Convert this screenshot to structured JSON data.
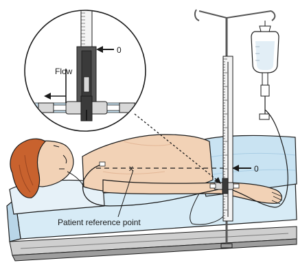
{
  "labels": {
    "zero_top": "0",
    "flow": "Flow",
    "zero_right": "0",
    "reference_point": "Patient reference point",
    "x_mark": "x"
  },
  "colors": {
    "skin": "#f2d2b6",
    "skin_shadow": "#e3b797",
    "hair": "#c8622e",
    "hair_dark": "#9a4520",
    "sheet": "#c9e3f2",
    "sheet_dark": "#a9cde4",
    "mattress": "#d7ebf6",
    "frame": "#bdbdbd",
    "manometer_dark": "#3a3a3a",
    "line": "#1a1a1a"
  },
  "icons": [
    "iv-bag-icon",
    "manometer-scale-icon",
    "stopcock-icon",
    "arrow-icon"
  ]
}
